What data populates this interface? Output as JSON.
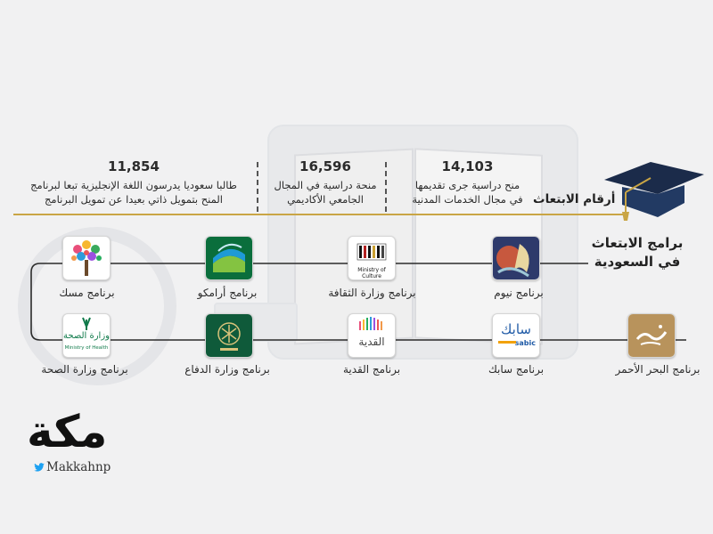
{
  "header": {
    "stats_title": "أرقام الابتعاث",
    "programs_title_line1": "برامج الابتعاث",
    "programs_title_line2": "في السعودية"
  },
  "stats": [
    {
      "number": "14,103",
      "line1": "منح دراسية جرى تقديمها",
      "line2": "في مجال الخدمات المدنية"
    },
    {
      "number": "16,596",
      "line1": "منحة دراسية في المجال",
      "line2": "الجامعي الأكاديمي"
    },
    {
      "number": "11,854",
      "line1": "طالبا سعوديا يدرسون اللغة الإنجليزية تبعا لبرنامج",
      "line2": "المنح بتمويل ذاتي بعيدا عن تمويل البرنامج"
    }
  ],
  "programs_top": [
    {
      "label": "برنامج نيوم",
      "icon": "neom-logo-icon"
    },
    {
      "label": "برنامج وزارة الثقافة",
      "icon": "ministry-of-culture-logo-icon",
      "logo_text": "Ministry of Culture"
    },
    {
      "label": "برنامج أرامكو",
      "icon": "aramco-logo-icon"
    },
    {
      "label": "برنامج مسك",
      "icon": "misk-tree-logo-icon"
    }
  ],
  "programs_bottom": [
    {
      "label": "برنامج البحر الأحمر",
      "icon": "red-sea-logo-icon"
    },
    {
      "label": "برنامج سابك",
      "icon": "sabic-logo-icon",
      "logo_text_ar": "سابك",
      "logo_text_en": "sabic"
    },
    {
      "label": "برنامج القدية",
      "icon": "qiddiya-logo-icon",
      "logo_text": "القدية"
    },
    {
      "label": "برنامج وزارة الدفاع",
      "icon": "ministry-of-defense-logo-icon"
    },
    {
      "label": "برنامج وزارة الصحة",
      "icon": "ministry-of-health-logo-icon",
      "logo_text_ar": "وزارة الصحة",
      "logo_text_en": "Ministry of Health"
    }
  ],
  "brand": {
    "logo": "مكة",
    "handle": "Makkahnp",
    "handle_icon": "twitter-bird-icon"
  },
  "colors": {
    "accent_gold": "#c9a545",
    "line_dark": "#2b2b2b",
    "background": "#f1f1f2"
  }
}
